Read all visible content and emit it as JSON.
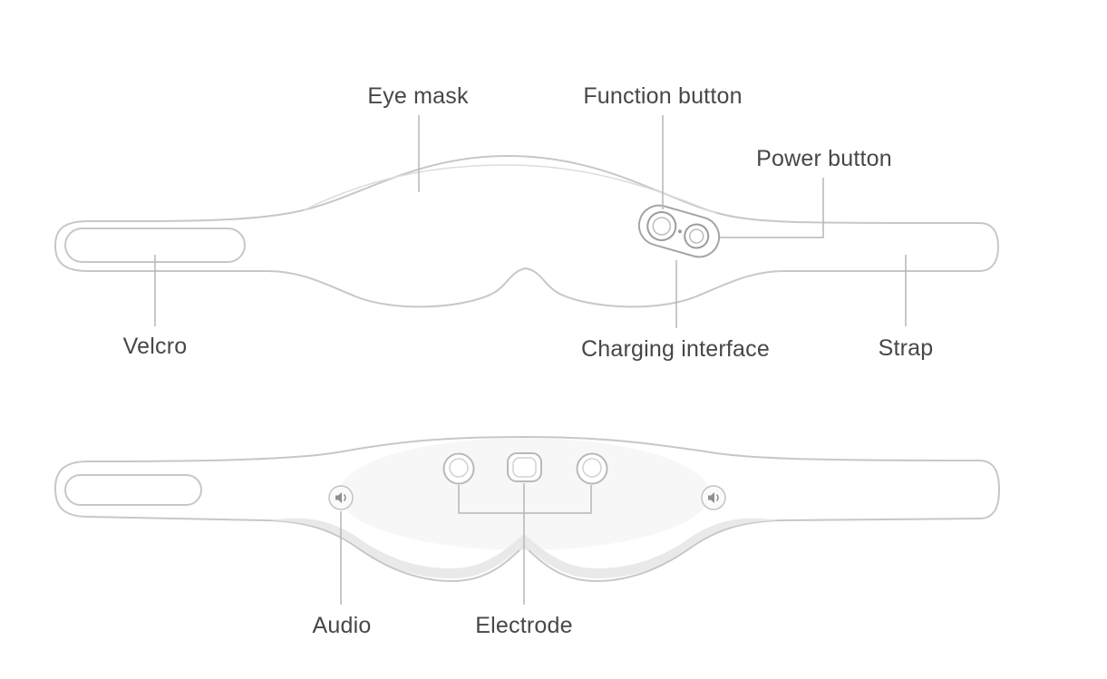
{
  "colors": {
    "background": "#ffffff",
    "outline": "#c7c7c7",
    "outline_soft": "#dcdcdc",
    "module_stroke": "#a5a5a5",
    "leader_line": "#b5b5b5",
    "label_text": "#474747",
    "shade": "#e7e7e7",
    "icon_glyph": "#8f8f8f"
  },
  "top_view": {
    "labels": {
      "eye_mask": "Eye mask",
      "function_button": "Function button",
      "power_button": "Power button",
      "velcro": "Velcro",
      "charging_interface": "Charging interface",
      "strap": "Strap"
    }
  },
  "bottom_view": {
    "labels": {
      "audio": "Audio",
      "electrode": "Electrode"
    }
  },
  "icons": {
    "audio": "audio-speaker-icon",
    "function_button": "function-button-icon",
    "power_button": "power-button-icon",
    "electrode_round": "electrode-round-icon",
    "electrode_square": "electrode-square-icon"
  }
}
